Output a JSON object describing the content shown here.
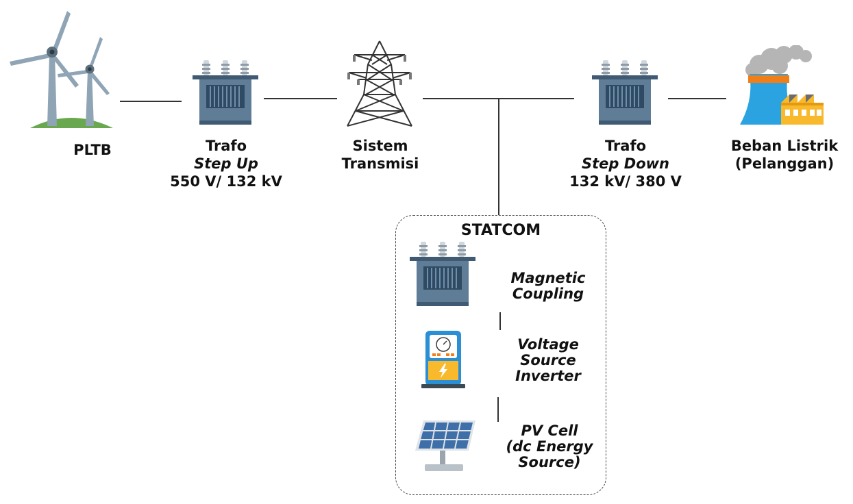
{
  "nodes": {
    "pltb": {
      "label": "PLTB"
    },
    "trafo_up": {
      "title": "Trafo",
      "subtitle": "Step Up",
      "rating": "550 V/ 132 kV"
    },
    "transmission": {
      "line1": "Sistem",
      "line2": "Transmisi"
    },
    "trafo_down": {
      "title": "Trafo",
      "subtitle": "Step Down",
      "rating": "132 kV/ 380 V"
    },
    "load": {
      "line1": "Beban Listrik",
      "line2": "(Pelanggan)"
    }
  },
  "statcom": {
    "title": "STATCOM",
    "magnetic": {
      "line1": "Magnetic",
      "line2": "Coupling"
    },
    "vsi": {
      "line1": "Voltage",
      "line2": "Source",
      "line3": "Inverter"
    },
    "pv": {
      "line1": "PV Cell",
      "line2": "(dc Energy",
      "line3": "Source)"
    }
  },
  "colors": {
    "blade": "#8fa4b4",
    "grass": "#6aa84f",
    "transformer_body": "#5f7d96",
    "transformer_panel": "#2f4b63",
    "insulator": "#cfd6dc",
    "tower": "#333333",
    "factory_blue": "#2aa3e0",
    "factory_orange": "#f07f1a",
    "factory_yellow": "#f9b92d",
    "smoke": "#b5b5b5",
    "inverter_blue": "#2b8fd6",
    "inverter_yellow": "#f9b92d",
    "pv_panel": "#3e6fa8"
  },
  "icons": [
    "wind-turbine-icon",
    "transformer-icon",
    "transmission-tower-icon",
    "factory-icon",
    "inverter-icon",
    "solar-panel-icon"
  ]
}
